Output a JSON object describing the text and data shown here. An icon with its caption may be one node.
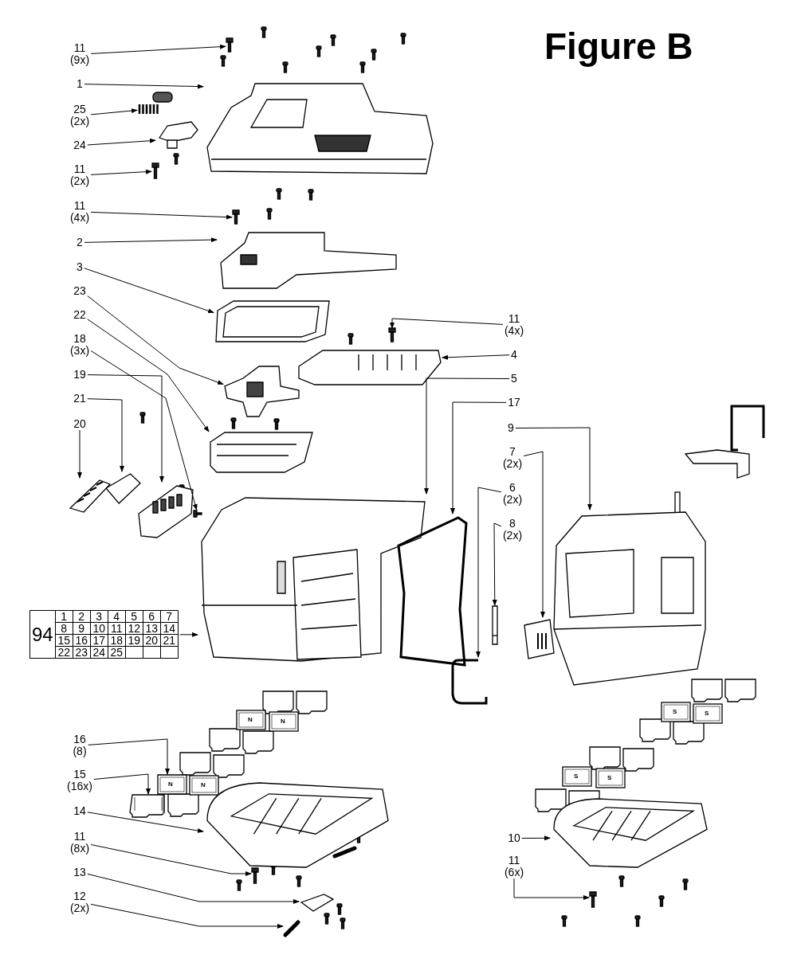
{
  "diagram": {
    "title": "Figure B",
    "nodes": [
      {
        "text": [
          "11",
          "(9x)"
        ]
      },
      {
        "text": [
          "1"
        ]
      },
      {
        "text": [
          "25",
          "(2x)"
        ]
      },
      {
        "text": [
          "24"
        ]
      },
      {
        "text": [
          "11",
          "(2x)"
        ]
      },
      {
        "text": [
          "11",
          "(4x)"
        ]
      },
      {
        "text": [
          "2"
        ]
      },
      {
        "text": [
          "3"
        ]
      },
      {
        "text": [
          "23"
        ]
      },
      {
        "text": [
          "22"
        ]
      },
      {
        "text": [
          "18",
          "(3x)"
        ]
      },
      {
        "text": [
          "19"
        ]
      },
      {
        "text": [
          "21"
        ]
      },
      {
        "text": [
          "20"
        ]
      },
      {
        "text": [
          "11",
          "(4x)"
        ]
      },
      {
        "text": [
          "4"
        ]
      },
      {
        "text": [
          "5"
        ]
      },
      {
        "text": [
          "17"
        ]
      },
      {
        "text": [
          "9"
        ]
      },
      {
        "text": [
          "7",
          "(2x)"
        ]
      },
      {
        "text": [
          "6",
          "(2x)"
        ]
      },
      {
        "text": [
          "8",
          "(2x)"
        ]
      },
      {
        "text": [
          "94",
          "1",
          "2",
          "3",
          "4",
          "5",
          "6",
          "7",
          "8",
          "9",
          "10",
          "11",
          "12",
          "13",
          "14",
          "15",
          "16",
          "17",
          "18",
          "19",
          "20",
          "21",
          "22",
          "23",
          "24",
          "25"
        ]
      },
      {
        "text": [
          "16",
          "(8)"
        ]
      },
      {
        "text": [
          "15",
          "(16x)"
        ]
      },
      {
        "text": [
          "14"
        ]
      },
      {
        "text": [
          "11",
          "(8x)"
        ]
      },
      {
        "text": [
          "13"
        ]
      },
      {
        "text": [
          "12",
          "(2x)"
        ]
      },
      {
        "text": [
          "10"
        ]
      },
      {
        "text": [
          "11",
          "(6x)"
        ]
      },
      {
        "text": [],
        "shape": "picture"
      },
      {
        "text": [],
        "shape": "picture"
      },
      {
        "text": [],
        "shape": "picture"
      },
      {
        "text": [],
        "shape": "picture"
      },
      {
        "text": [],
        "shape": "picture"
      },
      {
        "text": [],
        "shape": "picture"
      },
      {
        "text": [],
        "shape": "picture"
      },
      {
        "text": [],
        "shape": "picture"
      },
      {
        "text": [],
        "shape": "picture"
      },
      {
        "text": [],
        "shape": "picture"
      },
      {
        "text": [],
        "shape": "picture"
      },
      {
        "text": [],
        "shape": "picture"
      },
      {
        "text": [],
        "shape": "picture"
      },
      {
        "text": [],
        "shape": "picture"
      },
      {
        "text": [],
        "shape": "picture"
      },
      {
        "text": [],
        "shape": "picture"
      },
      {
        "text": [],
        "shape": "picture"
      },
      {
        "text": [],
        "shape": "picture"
      },
      {
        "text": [],
        "shape": "picture"
      },
      {
        "text": [],
        "shape": "picture"
      },
      {
        "text": [],
        "shape": "picture"
      },
      {
        "text": [],
        "shape": "picture"
      },
      {
        "text": [],
        "shape": "picture"
      },
      {
        "text": [],
        "shape": "picture"
      },
      {
        "text": [],
        "shape": "picture"
      },
      {
        "text": [],
        "shape": "picture"
      },
      {
        "text": [],
        "shape": "picture"
      },
      {
        "text": [],
        "shape": "picture"
      },
      {
        "text": [],
        "shape": "picture"
      },
      {
        "text": [],
        "shape": "picture"
      }
    ],
    "edges": [
      {
        "from": 0,
        "to": 31,
        "arrow": "to"
      },
      {
        "from": 1,
        "to": 32,
        "arrow": "to"
      },
      {
        "from": 2,
        "to": 33,
        "arrow": "to"
      },
      {
        "from": 3,
        "to": 34,
        "arrow": "to"
      },
      {
        "from": 4,
        "to": 35,
        "arrow": "to"
      },
      {
        "from": 5,
        "to": 36,
        "arrow": "to"
      },
      {
        "from": 6,
        "to": 37,
        "arrow": "to"
      },
      {
        "from": 7,
        "to": 38,
        "arrow": "to"
      },
      {
        "from": 8,
        "to": 39,
        "arrow": "to"
      },
      {
        "from": 9,
        "to": 40,
        "arrow": "to"
      },
      {
        "from": 10,
        "to": 41,
        "arrow": "to"
      },
      {
        "from": 11,
        "to": 42,
        "arrow": "to"
      },
      {
        "from": 12,
        "to": 43,
        "arrow": "to"
      },
      {
        "from": 13,
        "to": 44,
        "arrow": "to"
      },
      {
        "from": 14,
        "to": 45,
        "arrow": "to"
      },
      {
        "from": 15,
        "to": 46,
        "arrow": "to"
      },
      {
        "from": 16,
        "to": 47,
        "arrow": "to"
      },
      {
        "from": 17,
        "to": 48,
        "arrow": "to"
      },
      {
        "from": 18,
        "to": 49,
        "arrow": "to"
      },
      {
        "from": 19,
        "to": 50,
        "arrow": "to"
      },
      {
        "from": 20,
        "to": 51,
        "arrow": "to"
      },
      {
        "from": 21,
        "to": 52,
        "arrow": "to"
      },
      {
        "from": 22,
        "to": 47,
        "arrow": "to"
      },
      {
        "from": 23,
        "to": 53,
        "arrow": "to"
      },
      {
        "from": 24,
        "to": 54,
        "arrow": "to"
      },
      {
        "from": 25,
        "to": 55,
        "arrow": "to"
      },
      {
        "from": 26,
        "to": 56,
        "arrow": "to"
      },
      {
        "from": 27,
        "to": 57,
        "arrow": "to"
      },
      {
        "from": 28,
        "to": 58,
        "arrow": "to"
      },
      {
        "from": 29,
        "to": 59,
        "arrow": "to"
      },
      {
        "from": 30,
        "to": 60,
        "arrow": "to"
      }
    ],
    "labels": [
      "N",
      "N",
      "N",
      "N",
      "S",
      "S",
      "S",
      "S"
    ]
  }
}
